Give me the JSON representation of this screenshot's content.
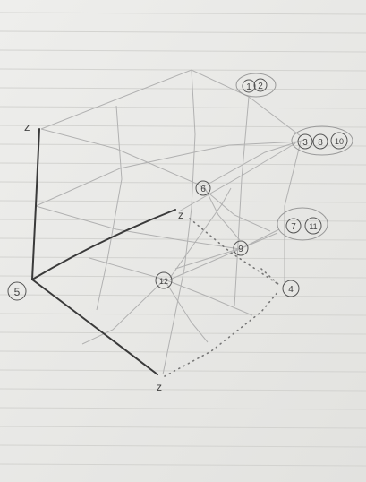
{
  "diagram": {
    "axis_labels": {
      "top": "z",
      "middle": "z",
      "bottom": "z"
    },
    "nodes": [
      {
        "key": "n1",
        "label": "1"
      },
      {
        "key": "n2",
        "label": "2"
      },
      {
        "key": "n3",
        "label": "3"
      },
      {
        "key": "n8",
        "label": "8"
      },
      {
        "key": "n10",
        "label": "10"
      },
      {
        "key": "n6",
        "label": "6"
      },
      {
        "key": "n7",
        "label": "7"
      },
      {
        "key": "n11",
        "label": "11"
      },
      {
        "key": "n9",
        "label": "9"
      },
      {
        "key": "n12",
        "label": "12"
      },
      {
        "key": "n4",
        "label": "4"
      },
      {
        "key": "n5",
        "label": "5"
      }
    ]
  }
}
